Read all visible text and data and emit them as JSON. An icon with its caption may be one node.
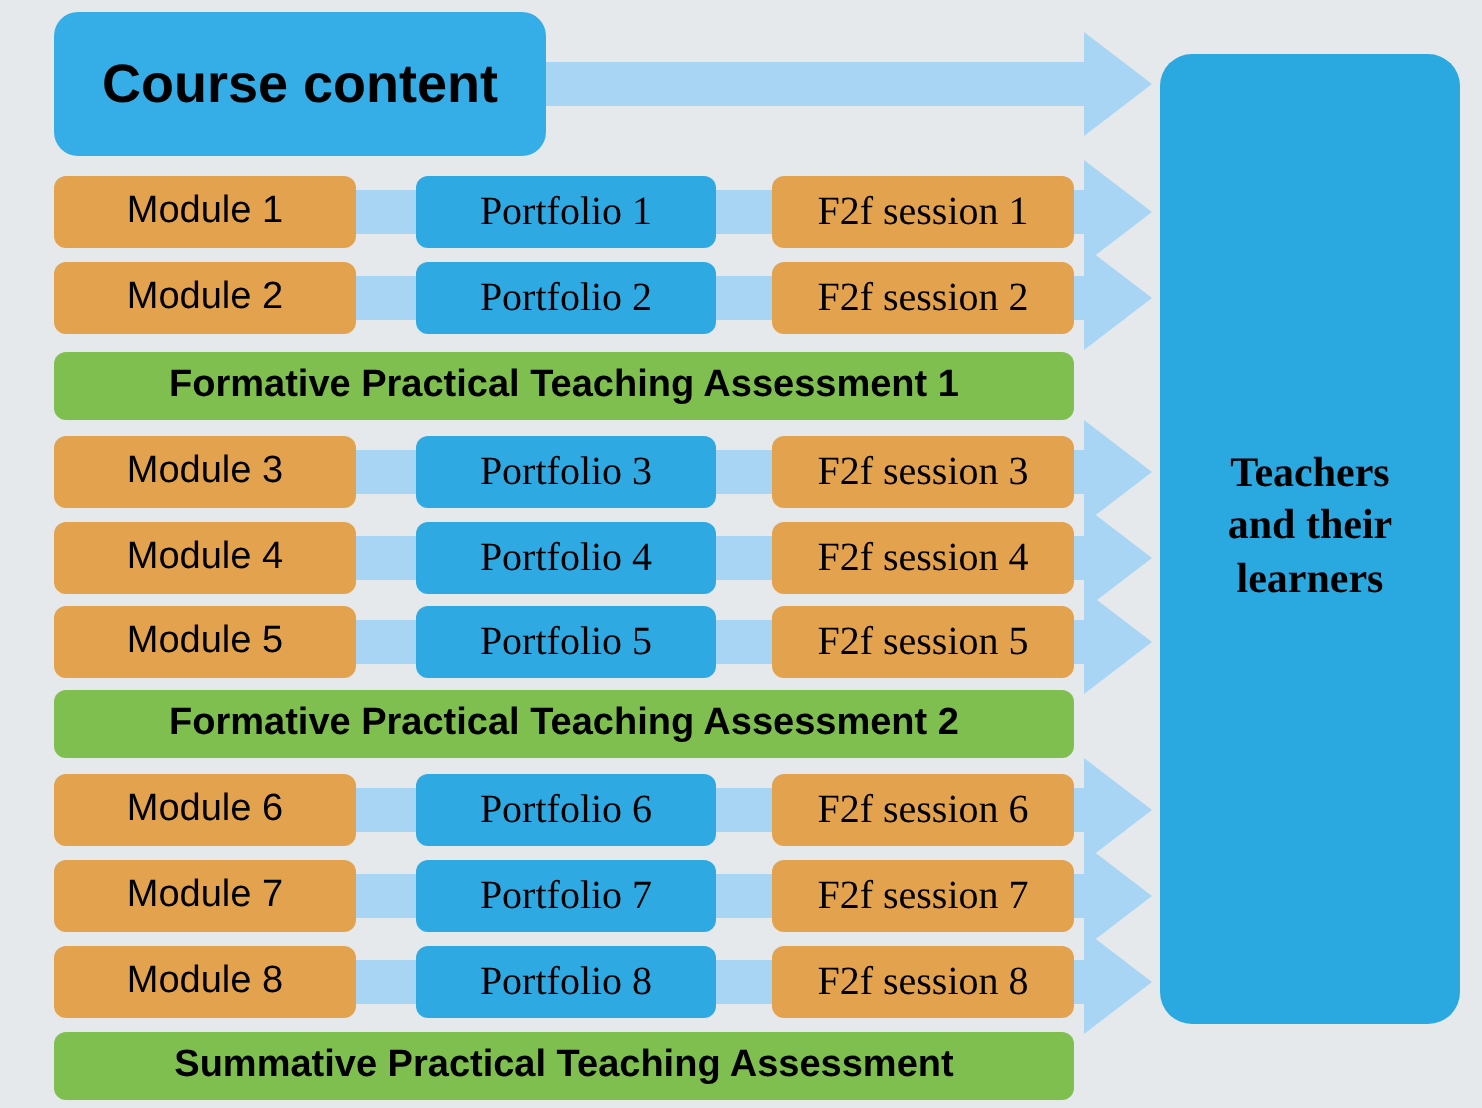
{
  "diagram": {
    "nodes": [
      {
        "text": [
          "Course content"
        ]
      },
      {
        "text": [
          "Module 1"
        ]
      },
      {
        "text": [
          "Portfolio 1"
        ]
      },
      {
        "text": [
          "F2f session 1"
        ]
      },
      {
        "text": [
          "Module 2"
        ]
      },
      {
        "text": [
          "Portfolio 2"
        ]
      },
      {
        "text": [
          "F2f session 2"
        ]
      },
      {
        "text": [
          "Formative Practical Teaching Assessment 1"
        ]
      },
      {
        "text": [
          "Module 3"
        ]
      },
      {
        "text": [
          "Portfolio 3"
        ]
      },
      {
        "text": [
          "F2f session 3"
        ]
      },
      {
        "text": [
          "Module 4"
        ]
      },
      {
        "text": [
          "Portfolio 4"
        ]
      },
      {
        "text": [
          "F2f session 4"
        ]
      },
      {
        "text": [
          "Module 5"
        ]
      },
      {
        "text": [
          "Portfolio 5"
        ]
      },
      {
        "text": [
          "F2f session 5"
        ]
      },
      {
        "text": [
          "Formative Practical Teaching Assessment 2"
        ]
      },
      {
        "text": [
          "Module 6"
        ]
      },
      {
        "text": [
          "Portfolio 6"
        ]
      },
      {
        "text": [
          "F2f session 6"
        ]
      },
      {
        "text": [
          "Module 7"
        ]
      },
      {
        "text": [
          "Portfolio 7"
        ]
      },
      {
        "text": [
          "F2f session 7"
        ]
      },
      {
        "text": [
          "Module 8"
        ]
      },
      {
        "text": [
          "Portfolio 8"
        ]
      },
      {
        "text": [
          "F2f session 8"
        ]
      },
      {
        "text": [
          "Summative Practical Teaching Assessment"
        ]
      },
      {
        "text": [
          "Teachers and their learners"
        ]
      }
    ],
    "edges": [
      {
        "from": 0,
        "to": 28,
        "arrow": "to"
      },
      {
        "from": 1,
        "to": 2,
        "arrow": "none"
      },
      {
        "from": 2,
        "to": 3,
        "arrow": "none"
      },
      {
        "from": 3,
        "to": 28,
        "arrow": "to"
      },
      {
        "from": 4,
        "to": 5,
        "arrow": "none"
      },
      {
        "from": 5,
        "to": 6,
        "arrow": "none"
      },
      {
        "from": 6,
        "to": 28,
        "arrow": "to"
      },
      {
        "from": 8,
        "to": 9,
        "arrow": "none"
      },
      {
        "from": 9,
        "to": 10,
        "arrow": "none"
      },
      {
        "from": 10,
        "to": 28,
        "arrow": "to"
      },
      {
        "from": 11,
        "to": 12,
        "arrow": "none"
      },
      {
        "from": 12,
        "to": 13,
        "arrow": "none"
      },
      {
        "from": 13,
        "to": 28,
        "arrow": "to"
      },
      {
        "from": 14,
        "to": 15,
        "arrow": "none"
      },
      {
        "from": 15,
        "to": 16,
        "arrow": "none"
      },
      {
        "from": 16,
        "to": 28,
        "arrow": "to"
      },
      {
        "from": 18,
        "to": 19,
        "arrow": "none"
      },
      {
        "from": 19,
        "to": 20,
        "arrow": "none"
      },
      {
        "from": 20,
        "to": 28,
        "arrow": "to"
      },
      {
        "from": 21,
        "to": 22,
        "arrow": "none"
      },
      {
        "from": 22,
        "to": 23,
        "arrow": "none"
      },
      {
        "from": 23,
        "to": 28,
        "arrow": "to"
      },
      {
        "from": 24,
        "to": 25,
        "arrow": "none"
      },
      {
        "from": 25,
        "to": 26,
        "arrow": "none"
      },
      {
        "from": 26,
        "to": 28,
        "arrow": "to"
      }
    ]
  }
}
